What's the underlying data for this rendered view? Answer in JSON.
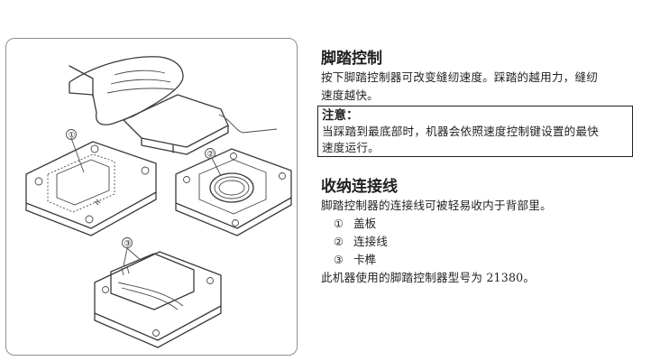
{
  "sections": {
    "pedal": {
      "heading": "脚踏控制",
      "line1": "按下脚踏控制器可改变缝纫速度。踩踏的越用力，缝纫",
      "line2": "速度越快。"
    },
    "note": {
      "title": "注意：",
      "line1": "当踩踏到最底部时，机器会依照速度控制键设置的最快",
      "line2": "速度运行。"
    },
    "storage": {
      "heading": "收纳连接线",
      "intro": "脚踏控制器的连接线可被轻易收内于背部里。",
      "items": [
        {
          "num": "①",
          "label": "盖板"
        },
        {
          "num": "②",
          "label": "连接线"
        },
        {
          "num": "③",
          "label": "卡榫"
        }
      ],
      "model_text": "此机器使用的脚踏控制器型号为 21380。"
    }
  },
  "figure": {
    "callouts": [
      "①",
      "②",
      "③"
    ]
  }
}
